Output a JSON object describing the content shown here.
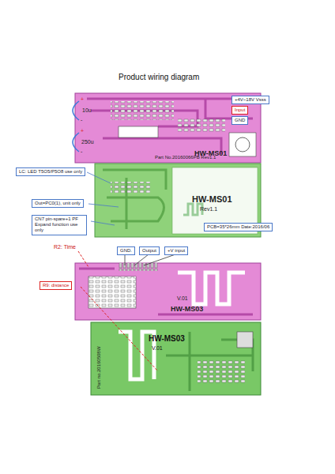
{
  "diagram": {
    "title": "Product wiring diagram",
    "nodes": [
      {
        "text": [
          "HW-MS01"
        ]
      },
      {
        "text": [
          "+4V~18V Vsss"
        ],
        "in": 0
      },
      {
        "text": [
          "Input"
        ],
        "in": 0
      },
      {
        "text": [
          "GND"
        ],
        "in": 0
      },
      {
        "text": [
          "HW-MS01",
          "Rev1.1"
        ]
      },
      {
        "text": [
          "PCB=35*26mm Date:2016/06"
        ],
        "in": 4
      },
      {
        "text": [
          "LC: LED T5O5/P5O8 use only"
        ]
      },
      {
        "text": [
          "Out=PC0(1), unit only"
        ]
      },
      {
        "text": [
          "CN7 pin-spare+1 PF Expand function use only"
        ]
      },
      {
        "text": [
          "V.01",
          "HW-MS03"
        ]
      },
      {
        "text": [
          "GND."
        ]
      },
      {
        "text": [
          "Output"
        ]
      },
      {
        "text": [
          "+V input"
        ]
      },
      {
        "text": [
          "R9: distance"
        ]
      },
      {
        "text": [
          "HW-MS03",
          "V.01"
        ]
      }
    ],
    "labels": [
      "+",
      "10u",
      "-",
      "+",
      "250u",
      "-",
      "Part No.20160066PB Rev1.1",
      "R2: Time",
      "Part no.20160508W"
    ]
  }
}
